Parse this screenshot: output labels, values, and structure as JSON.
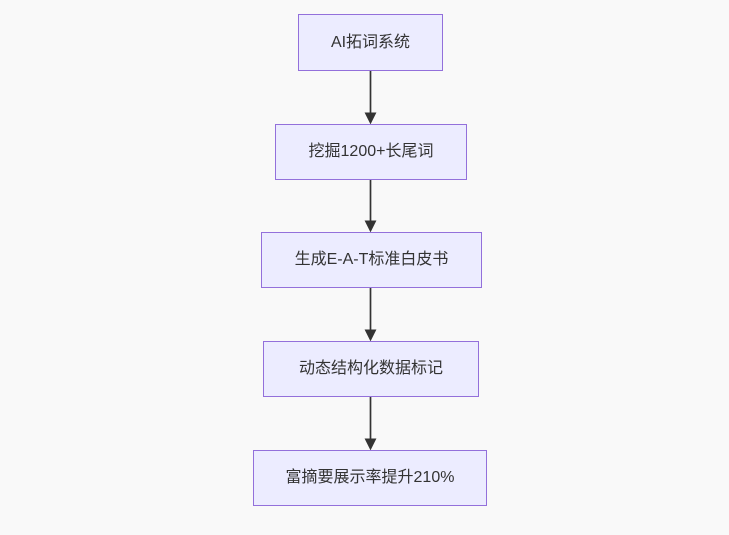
{
  "diagram": {
    "type": "flowchart",
    "direction": "top-down",
    "nodes": [
      {
        "id": "n1",
        "label": "AI拓词系统"
      },
      {
        "id": "n2",
        "label": "挖掘1200+长尾词"
      },
      {
        "id": "n3",
        "label": "生成E-A-T标准白皮书"
      },
      {
        "id": "n4",
        "label": "动态结构化数据标记"
      },
      {
        "id": "n5",
        "label": "富摘要展示率提升210%"
      }
    ],
    "edges": [
      {
        "from": "n1",
        "to": "n2",
        "style": "arrow-down"
      },
      {
        "from": "n2",
        "to": "n3",
        "style": "arrow-down"
      },
      {
        "from": "n3",
        "to": "n4",
        "style": "arrow-down"
      },
      {
        "from": "n4",
        "to": "n5",
        "style": "arrow-down"
      }
    ],
    "colors": {
      "node_fill": "#ECECFF",
      "node_border": "#9370DB",
      "text": "#333333",
      "arrow": "#333333",
      "background": "#F9F9F9"
    }
  }
}
